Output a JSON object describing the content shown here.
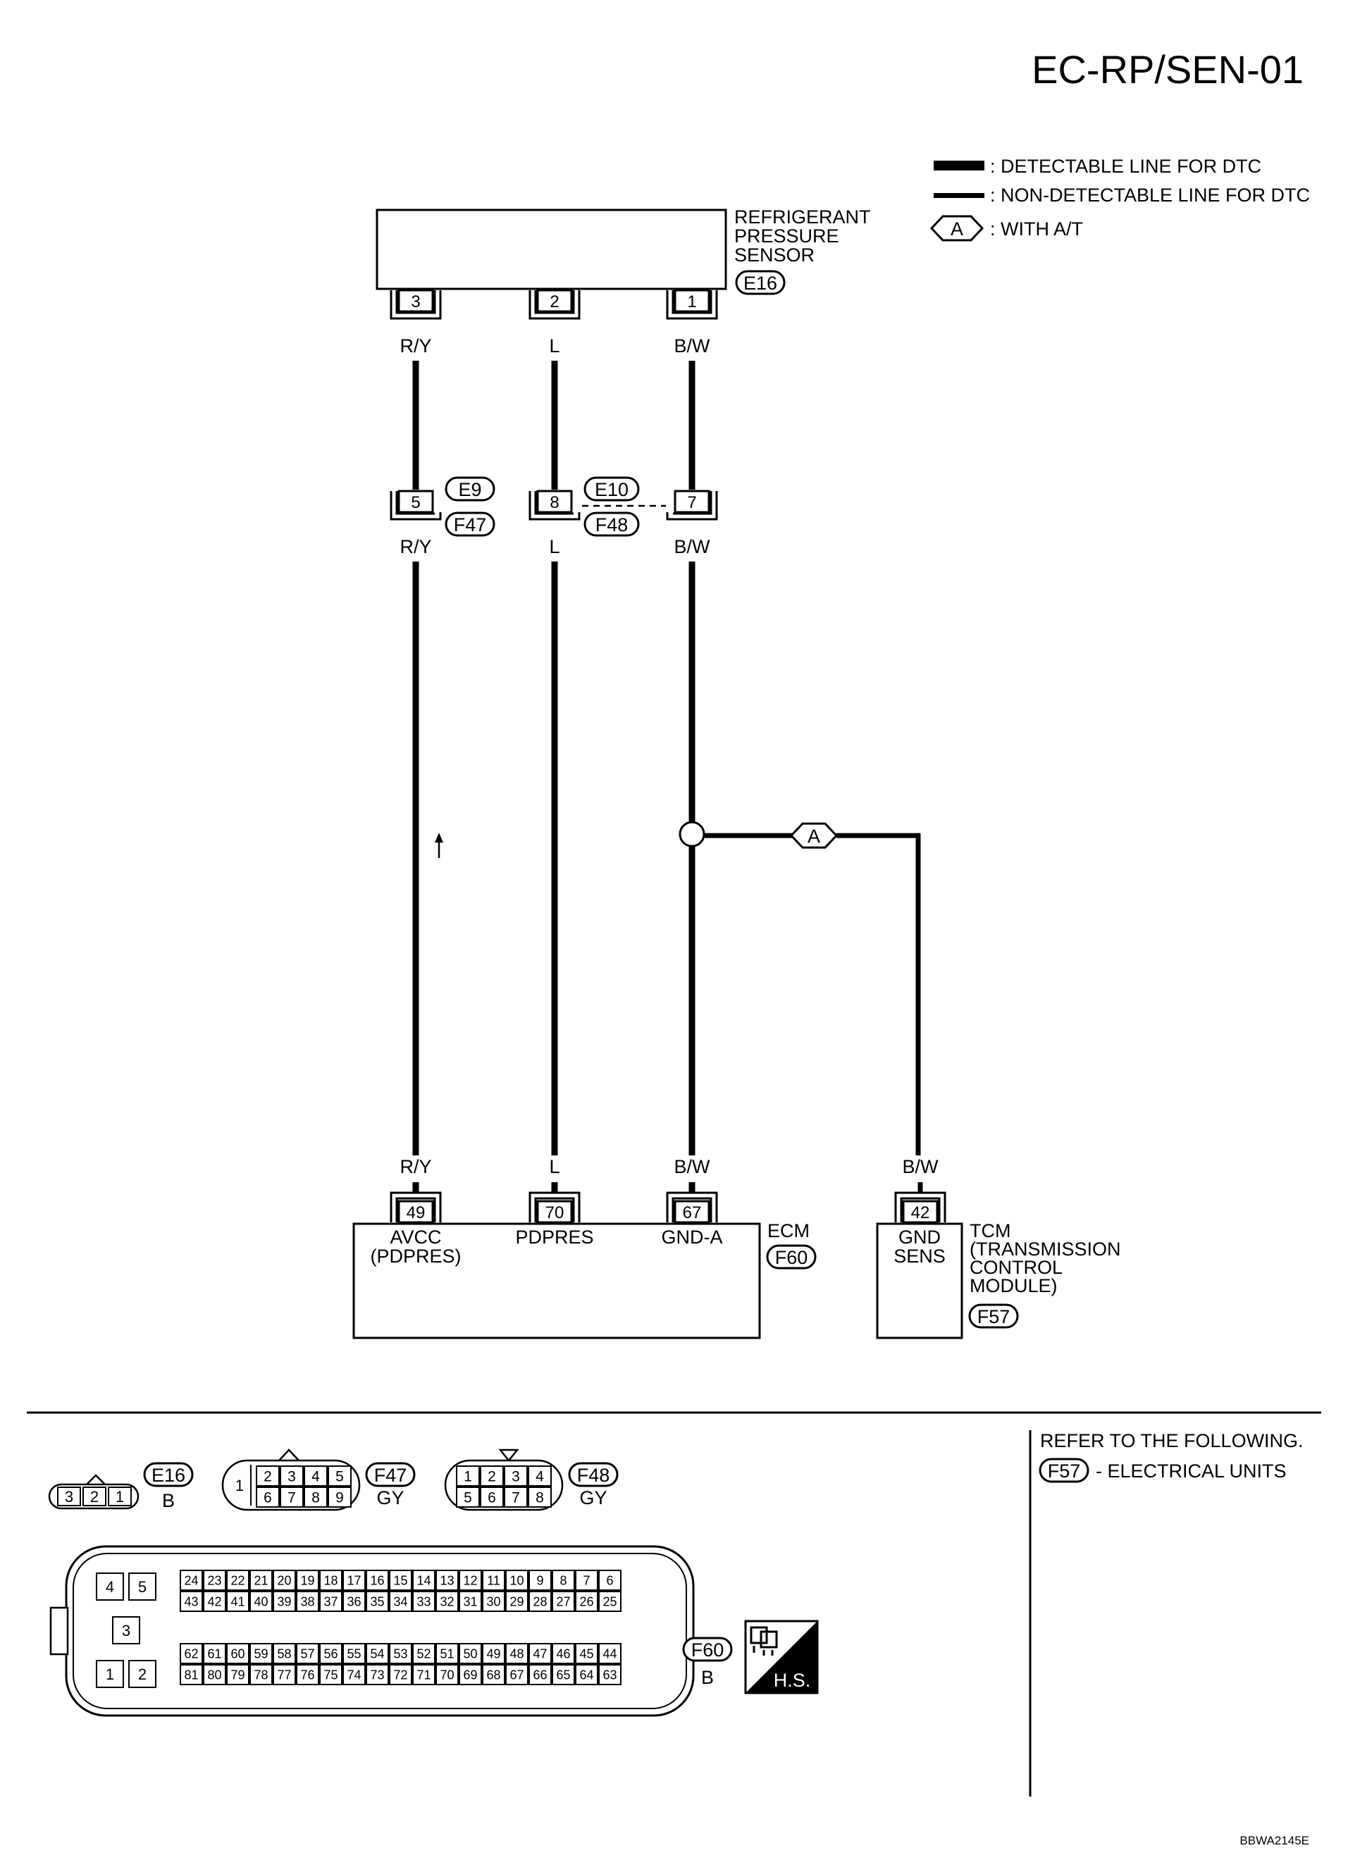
{
  "title": "EC-RP/SEN-01",
  "legend": {
    "detectable": ": DETECTABLE LINE FOR DTC",
    "non_detectable": ": NON-DETECTABLE LINE FOR DTC",
    "option_letter": "A",
    "option_text": ": WITH A/T"
  },
  "sensor": {
    "name_lines": [
      "REFRIGERANT",
      "PRESSURE",
      "SENSOR"
    ],
    "connector": "E16",
    "pins": [
      "3",
      "2",
      "1"
    ],
    "wire_colors": [
      "R/Y",
      "L",
      "B/W"
    ]
  },
  "joint": {
    "pins": [
      "5",
      "8",
      "7"
    ],
    "connectors_top": [
      "E9",
      "E10"
    ],
    "connectors_bottom": [
      "F47",
      "F48"
    ],
    "wire_colors": [
      "R/Y",
      "L",
      "B/W"
    ]
  },
  "option_marker": "A",
  "ecm": {
    "name": "ECM",
    "connector": "F60",
    "pins": [
      "49",
      "70",
      "67"
    ],
    "wire_colors": [
      "R/Y",
      "L",
      "B/W"
    ],
    "terminal_lines": [
      [
        "AVCC",
        "(PDPRES)"
      ],
      [
        "PDPRES"
      ],
      [
        "GND-A"
      ]
    ]
  },
  "tcm": {
    "name_lines": [
      "TCM",
      "(TRANSMISSION",
      "CONTROL",
      "MODULE)"
    ],
    "connector": "F57",
    "pin": "42",
    "wire_color": "B/W",
    "terminal_lines": [
      "GND",
      "SENS"
    ]
  },
  "refer": {
    "heading": "REFER TO THE FOLLOWING.",
    "connector": "F57",
    "text": "- ELECTRICAL UNITS"
  },
  "connector_views": {
    "e16": {
      "code": "E16",
      "color": "B",
      "pins": [
        "3",
        "2",
        "1"
      ]
    },
    "f47": {
      "code": "F47",
      "color": "GY",
      "pin_left": "1",
      "top": [
        "2",
        "3",
        "4",
        "5"
      ],
      "bottom": [
        "6",
        "7",
        "8",
        "9"
      ]
    },
    "f48": {
      "code": "F48",
      "color": "GY",
      "top": [
        "1",
        "2",
        "3",
        "4"
      ],
      "bottom": [
        "5",
        "6",
        "7",
        "8"
      ]
    },
    "f60": {
      "code": "F60",
      "color": "B",
      "left_pins": [
        "4",
        "5",
        "3",
        "1",
        "2"
      ],
      "row1": [
        "24",
        "23",
        "22",
        "21",
        "20",
        "19",
        "18",
        "17",
        "16",
        "15",
        "14",
        "13",
        "12",
        "11",
        "10",
        "9",
        "8",
        "7",
        "6"
      ],
      "row2": [
        "43",
        "42",
        "41",
        "40",
        "39",
        "38",
        "37",
        "36",
        "35",
        "34",
        "33",
        "32",
        "31",
        "30",
        "29",
        "28",
        "27",
        "26",
        "25"
      ],
      "row3": [
        "62",
        "61",
        "60",
        "59",
        "58",
        "57",
        "56",
        "55",
        "54",
        "53",
        "52",
        "51",
        "50",
        "49",
        "48",
        "47",
        "46",
        "45",
        "44"
      ],
      "row4": [
        "81",
        "80",
        "79",
        "78",
        "77",
        "76",
        "75",
        "74",
        "73",
        "72",
        "71",
        "70",
        "69",
        "68",
        "67",
        "66",
        "65",
        "64",
        "63"
      ]
    }
  },
  "hs_label": "H.S.",
  "figure_id": "BBWA2145E"
}
